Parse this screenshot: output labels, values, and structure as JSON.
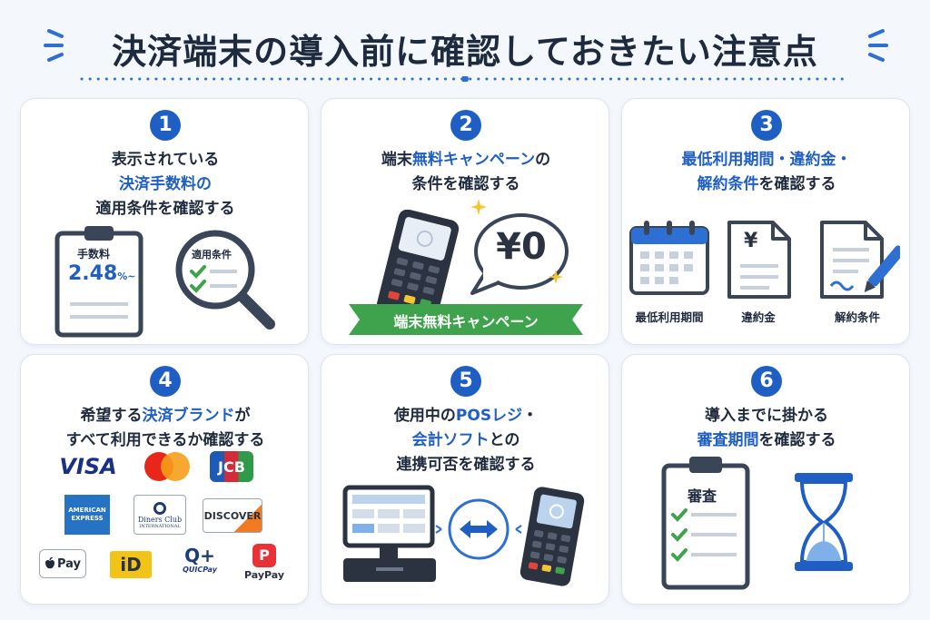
{
  "header": {
    "title": "決済端末の導入前に確認しておきたい注意点"
  },
  "cards": [
    {
      "number": "1",
      "lines": [
        "表示されている",
        "決済手数料の",
        "適用条件を確認する"
      ],
      "clipboard_title": "手数料",
      "fee_value": "2.48",
      "fee_unit": "%~",
      "magnifier_label": "適用条件"
    },
    {
      "number": "2",
      "line1_a": "端末",
      "line1_b": "無料キャンペーン",
      "line1_c": "の",
      "line2": "条件を確認する",
      "price": "¥0",
      "ribbon": "端末無料キャンペーン"
    },
    {
      "number": "3",
      "line1": "最低利用期間・違約金・",
      "line2_a": "解約条件",
      "line2_b": "を確認する",
      "icons": [
        {
          "label": "最低利用期間",
          "icon": "calendar-icon"
        },
        {
          "label": "違約金",
          "icon": "yen-document-icon"
        },
        {
          "label": "解約条件",
          "icon": "contract-pen-icon"
        }
      ],
      "yen_symbol": "¥"
    },
    {
      "number": "4",
      "line1_a": "希望する",
      "line1_b": "決済ブランド",
      "line1_c": "が",
      "line2": "すべて利用できるか確認する",
      "brands": {
        "visa": "VISA",
        "jcb": "JCB",
        "amex_1": "AMERICAN",
        "amex_2": "EXPRESS",
        "diners_1": "Diners Club",
        "diners_2": "INTERNATIONAL",
        "discover": "DISCOVER",
        "applepay": "Pay",
        "id": "iD",
        "quicpay": "QUICPay",
        "quicpay_mark": "Q+",
        "paypay": "PayPay"
      }
    },
    {
      "number": "5",
      "line1_a": "使用中の",
      "line1_b": "POSレジ",
      "line1_c": "・",
      "line2_a": "会計ソフト",
      "line2_b": "との",
      "line3": "連携可否を確認する"
    },
    {
      "number": "6",
      "line1": "導入までに掛かる",
      "line2_a": "審査期間",
      "line2_b": "を確認する",
      "clipboard_title": "審査"
    }
  ],
  "colors": {
    "accent": "#1f5fc4",
    "green": "#3fa34d",
    "dark": "#3a4658"
  }
}
